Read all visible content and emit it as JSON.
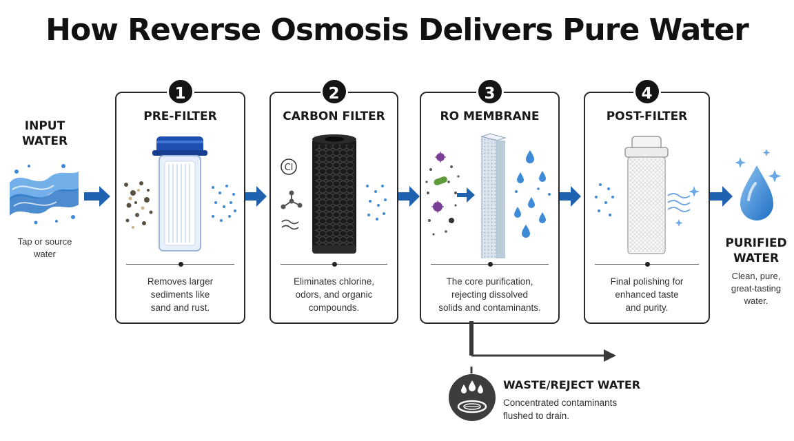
{
  "title": "How Reverse Osmosis Delivers Pure Water",
  "input": {
    "heading": "INPUT\nWATER",
    "description": "Tap or source\nwater"
  },
  "steps": [
    {
      "number": "1",
      "title": "PRE-FILTER",
      "description": "Removes larger\nsediments like\nsand and rust."
    },
    {
      "number": "2",
      "title": "CARBON FILTER",
      "description": "Eliminates chlorine,\nodors, and organic\ncompounds.",
      "chlorine_symbol": "Cl"
    },
    {
      "number": "3",
      "title": "RO MEMBRANE",
      "description": "The core purification,\nrejecting dissolved\nsolids and contaminants."
    },
    {
      "number": "4",
      "title": "POST-FILTER",
      "description": "Final polishing for\nenhanced taste\nand purity."
    }
  ],
  "output": {
    "heading": "PURIFIED\nWATER",
    "description": "Clean, pure,\ngreat-tasting\nwater."
  },
  "waste": {
    "heading": "WASTE/REJECT WATER",
    "description": "Concentrated contaminants\nflushed to drain."
  },
  "colors": {
    "arrow": "#1f63b0",
    "water": "#3d8ad6",
    "card_border": "#2a2a2a",
    "badge": "#141414"
  }
}
